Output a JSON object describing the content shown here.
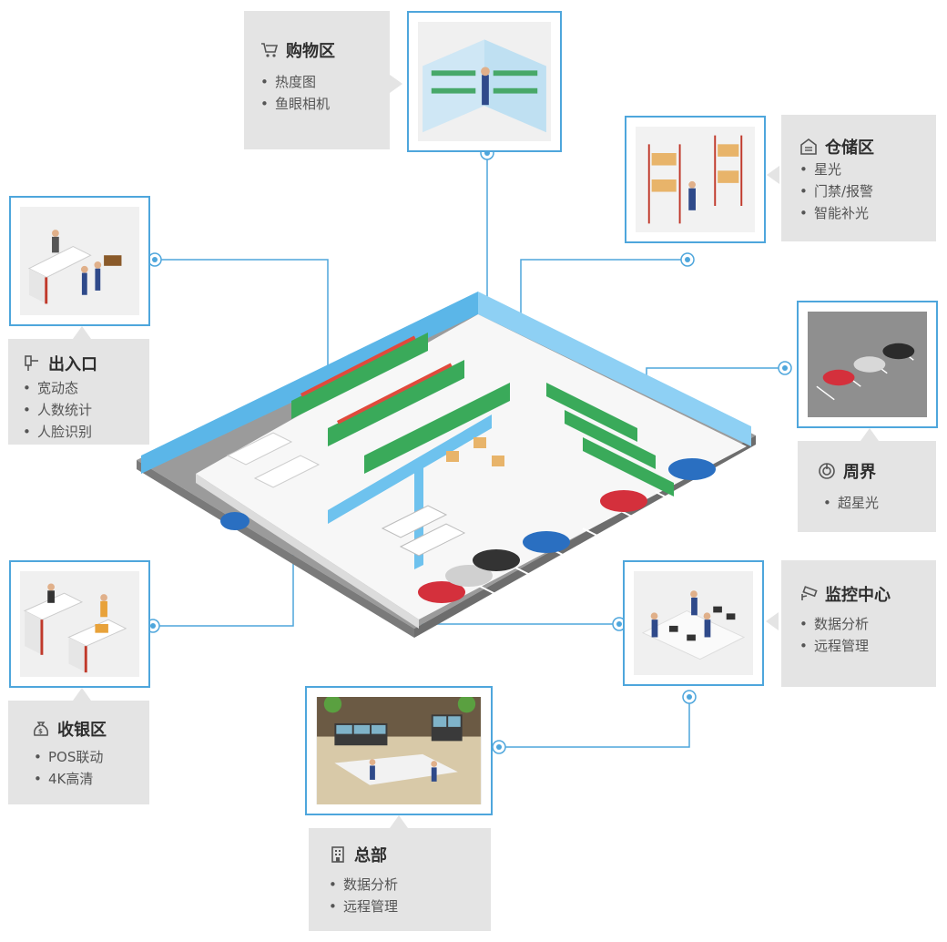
{
  "zones": {
    "shopping": {
      "title": "购物区",
      "icon": "shopping-cart-icon",
      "items": [
        "热度图",
        "鱼眼相机"
      ]
    },
    "warehouse": {
      "title": "仓储区",
      "icon": "warehouse-icon",
      "items": [
        "星光",
        "门禁/报警",
        "智能补光"
      ]
    },
    "entrance": {
      "title": "出入口",
      "icon": "turnstile-icon",
      "items": [
        "宽动态",
        "人数统计",
        "人脸识别"
      ]
    },
    "perimeter": {
      "title": "周界",
      "icon": "perimeter-icon",
      "items": [
        "超星光"
      ]
    },
    "cashier": {
      "title": "收银区",
      "icon": "money-bag-icon",
      "items": [
        "POS联动",
        "4K高清"
      ]
    },
    "monitoring": {
      "title": "监控中心",
      "icon": "cctv-camera-icon",
      "items": [
        "数据分析",
        "远程管理"
      ]
    },
    "headquarters": {
      "title": "总部",
      "icon": "building-icon",
      "items": [
        "数据分析",
        "远程管理"
      ]
    }
  },
  "colors": {
    "accent": "#4ea6dc",
    "card_bg": "#e4e4e4",
    "wall_blue": "#5bb6e8",
    "floor": "#f7f7f7",
    "road": "#9b9b9b"
  }
}
